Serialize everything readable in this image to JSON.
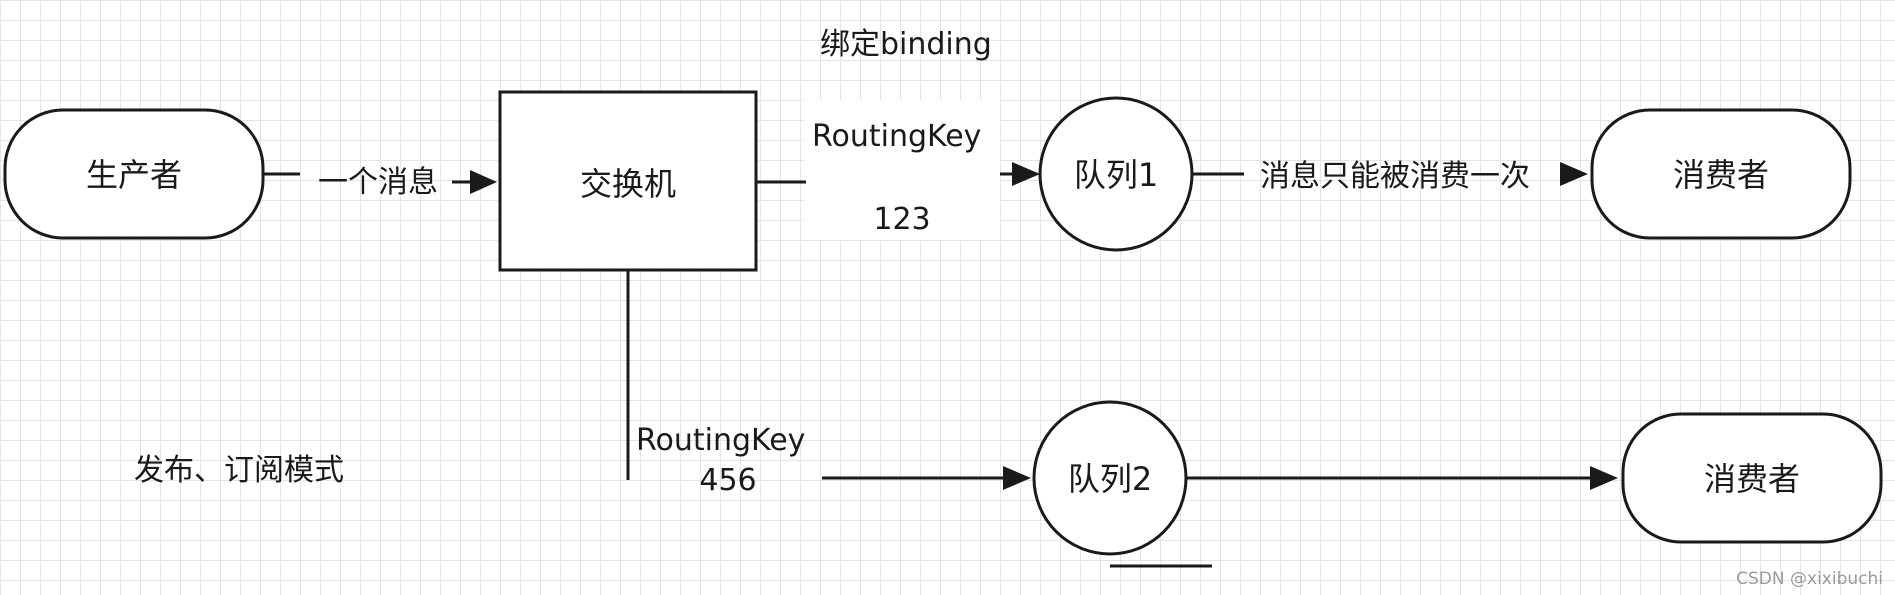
{
  "diagram": {
    "nodes": {
      "producer": "生产者",
      "exchange": "交换机",
      "queue1": "队列1",
      "queue2": "队列2",
      "consumer1": "消费者",
      "consumer2": "消费者"
    },
    "edges": {
      "producer_to_exchange": "一个消息",
      "binding_title": "绑定binding",
      "routing_key1_label": "RoutingKey",
      "routing_key1_value": "123",
      "routing_key2_label": "RoutingKey",
      "routing_key2_value": "456",
      "queue1_to_consumer": "消息只能被消费一次"
    },
    "caption": "发布、订阅模式",
    "watermark": "CSDN @xixibuchi"
  }
}
